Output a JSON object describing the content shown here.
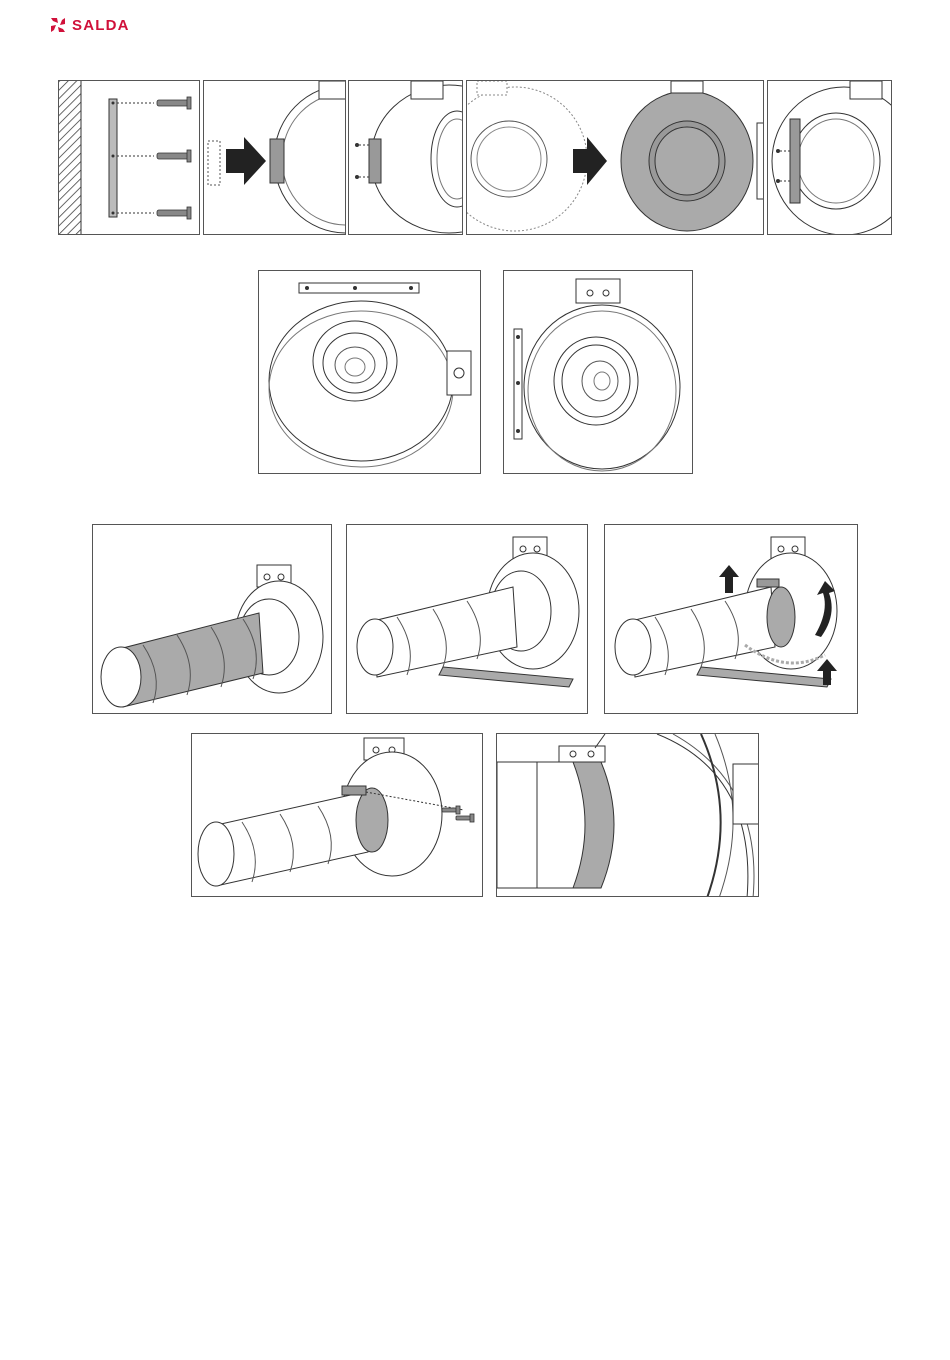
{
  "header": {
    "brand": "SALDA",
    "brand_color": "#d0103a",
    "logo_icon": "salda-fan-logo-icon"
  },
  "figures": {
    "row1": [
      "wall-bracket-screws",
      "slide-fan-on-bracket",
      "secure-bracket-screws",
      "rotate-fan-orientation",
      "side-bracket-screws"
    ],
    "row2": [
      "top-bracket-mount",
      "side-bracket-mount"
    ],
    "row3": [
      "duct-inserted",
      "clamp-strip-positioned",
      "clamp-wrapped-around"
    ],
    "row4": [
      "clamp-screw-tightening",
      "clamp-detail-closeup"
    ]
  }
}
